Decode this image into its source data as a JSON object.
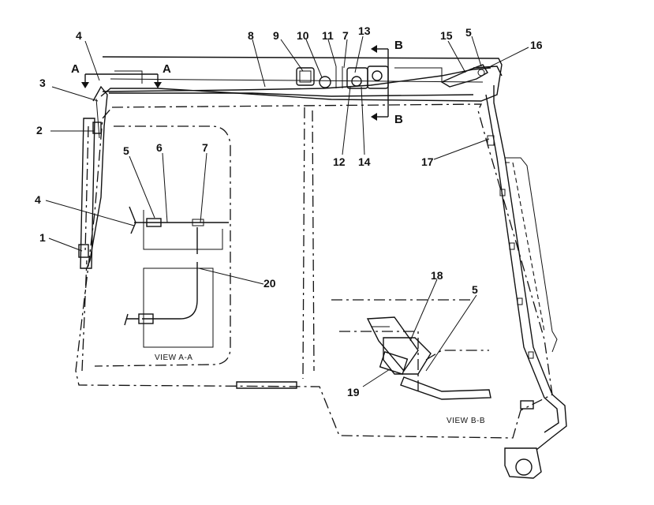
{
  "callouts": {
    "c4_top": "4",
    "c3": "3",
    "c2": "2",
    "c4_mid": "4",
    "c1": "1",
    "c8": "8",
    "c9": "9",
    "c10": "10",
    "c11": "11",
    "c7_top": "7",
    "c13": "13",
    "c12": "12",
    "c14": "14",
    "c15": "15",
    "c5_top": "5",
    "c16": "16",
    "c17": "17",
    "c5_a": "5",
    "c6": "6",
    "c7_a": "7",
    "c20": "20",
    "c18": "18",
    "c5_b": "5",
    "c19": "19"
  },
  "section_marks": {
    "a_left": "A",
    "a_right": "A",
    "b_top": "B",
    "b_bottom": "B"
  },
  "view_labels": {
    "view_a": "VIEW  A-A",
    "view_b": "VIEW  B-B"
  }
}
